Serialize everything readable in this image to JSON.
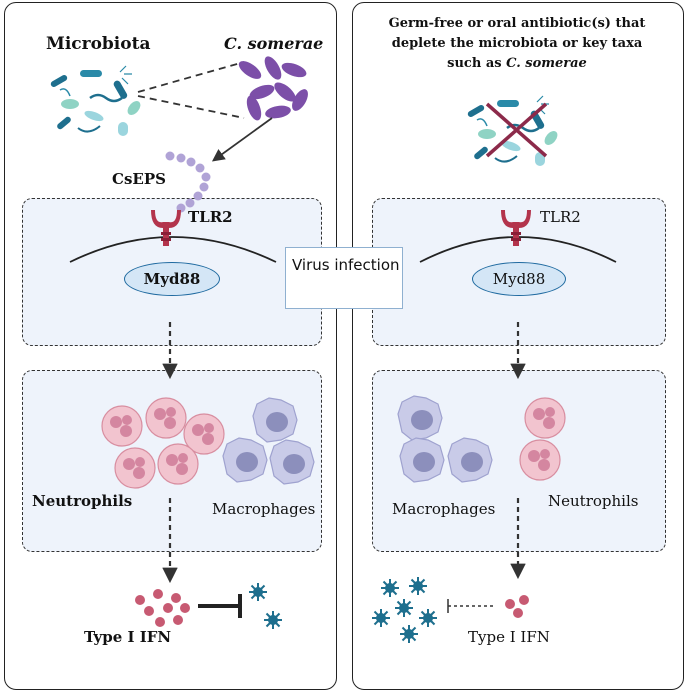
{
  "left_panel": {
    "microbiota_label": "Microbiota",
    "species_label": "C. somerae",
    "polysaccharide_label": "CsEPS",
    "receptor_label": "TLR2",
    "adaptor_label": "Myd88",
    "neutrophils_label": "Neutrophils",
    "macrophages_label": "Macrophages",
    "ifn_label": "Type I IFN"
  },
  "right_panel": {
    "title_line1": "Germ-free or oral antibiotic(s) that",
    "title_line2": "deplete the microbiota or key taxa",
    "title_line3_prefix": "such as ",
    "title_line3_species": "C. somerae",
    "receptor_label": "TLR2",
    "adaptor_label": "Myd88",
    "macrophages_label": "Macrophages",
    "neutrophils_label": "Neutrophils",
    "ifn_label": "Type I IFN"
  },
  "center": {
    "virus_label": "Virus infection"
  },
  "colors": {
    "box_fill": "#eef3fb",
    "neutrophil": "#f2c4cf",
    "macrophage": "#c9cbe8",
    "virus": "#1e6f8e",
    "ifn_dot": "#c75a72",
    "receptor": "#b3344c",
    "bacteria_purple": "#7c4fa8",
    "cross": "#8c2a4a"
  }
}
